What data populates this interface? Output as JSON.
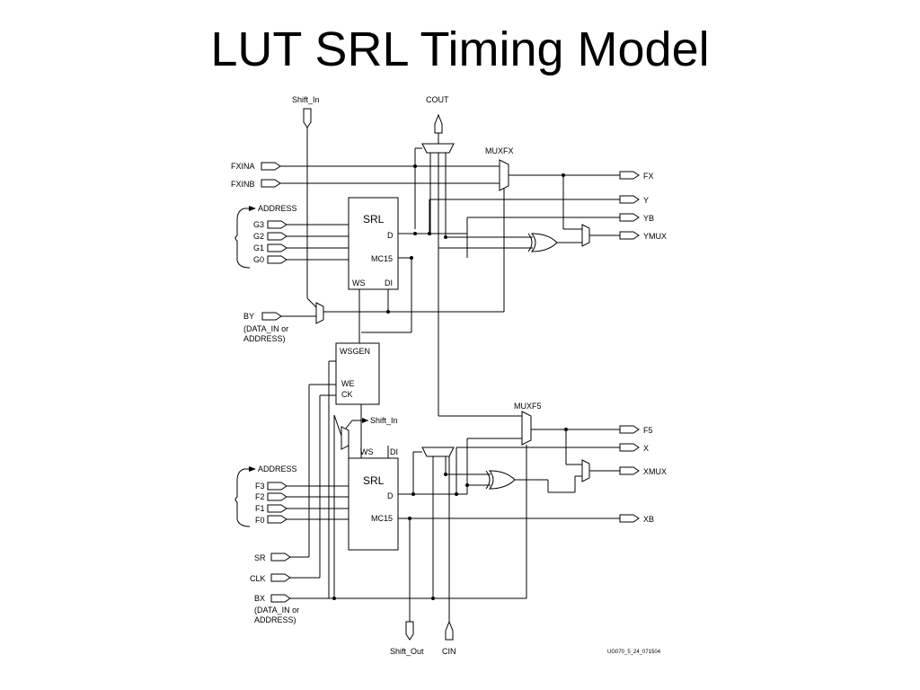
{
  "title": "LUT SRL Timing Model",
  "diagram": {
    "ports_left": {
      "fxina": "FXINA",
      "fxinb": "FXINB",
      "address_top": "ADDRESS",
      "g3": "G3",
      "g2": "G2",
      "g1": "G1",
      "g0": "G0",
      "by": "BY",
      "by_note1": "(DATA_IN or",
      "by_note2": "ADDRESS)",
      "address_bottom": "ADDRESS",
      "f3": "F3",
      "f2": "F2",
      "f1": "F1",
      "f0": "F0",
      "sr": "SR",
      "clk": "CLK",
      "bx": "BX",
      "bx_note1": "(DATA_IN or",
      "bx_note2": "ADDRESS)"
    },
    "ports_top": {
      "shift_in": "Shift_In",
      "cout": "COUT"
    },
    "ports_bottom": {
      "shift_out": "Shift_Out",
      "cin": "CIN"
    },
    "ports_right": {
      "fx": "FX",
      "y": "Y",
      "yb": "YB",
      "ymux": "YMUX",
      "f5": "F5",
      "x": "X",
      "xmux": "XMUX",
      "xb": "XB"
    },
    "blocks": {
      "srl_top": "SRL",
      "srl_top_d": "D",
      "srl_top_mc15": "MC15",
      "srl_top_ws": "WS",
      "srl_top_di": "DI",
      "wsgen": "WSGEN",
      "wsgen_we": "WE",
      "wsgen_ck": "CK",
      "srl_bot": "SRL",
      "srl_bot_d": "D",
      "srl_bot_mc15": "MC15",
      "srl_bot_ws": "WS",
      "srl_bot_di": "DI",
      "muxfx": "MUXFX",
      "muxf5": "MUXF5",
      "shift_in_mid": "Shift_In"
    },
    "figure_code": "UG070_5_24_071504"
  }
}
